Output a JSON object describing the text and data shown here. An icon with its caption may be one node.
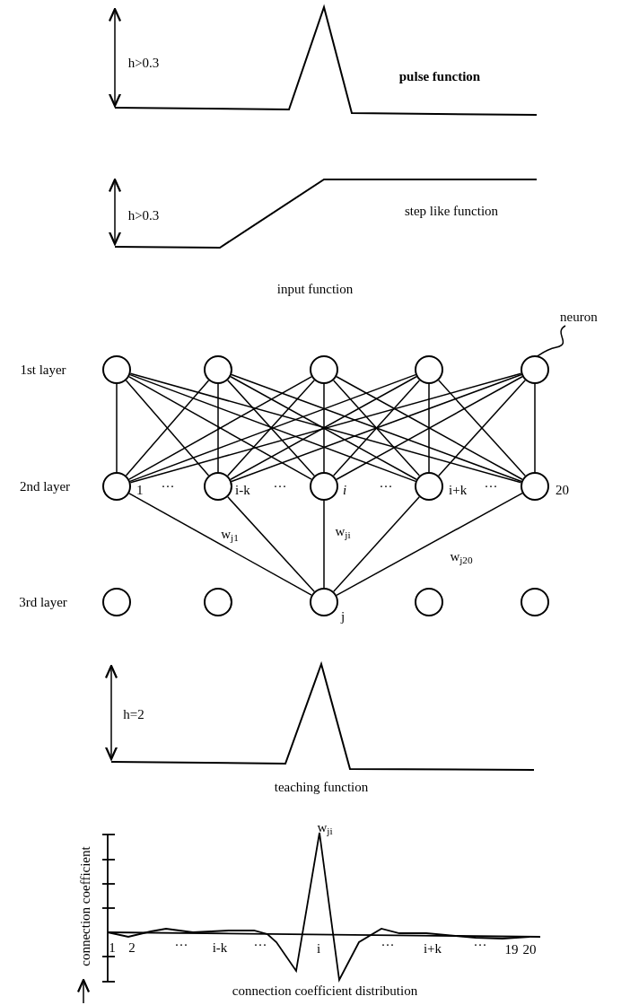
{
  "diagram": {
    "nodes": [
      {
        "text": [
          "neuron"
        ]
      },
      {
        "text": [],
        "shape": "circle"
      },
      {
        "text": [],
        "shape": "circle"
      },
      {
        "text": [],
        "shape": "circle"
      },
      {
        "text": [],
        "shape": "circle"
      },
      {
        "text": [],
        "shape": "circle"
      },
      {
        "text": [],
        "shape": "circle",
        "beside": [
          "1"
        ]
      },
      {
        "text": [],
        "shape": "circle",
        "beside": [
          "i-k"
        ]
      },
      {
        "text": [],
        "shape": "circle",
        "beside": [
          "i"
        ]
      },
      {
        "text": [],
        "shape": "circle",
        "beside": [
          "i+k"
        ]
      },
      {
        "text": [],
        "shape": "circle",
        "beside": [
          "20"
        ]
      },
      {
        "text": [],
        "shape": "circle"
      },
      {
        "text": [],
        "shape": "circle"
      },
      {
        "text": [],
        "shape": "circle",
        "beside": [
          "j"
        ]
      },
      {
        "text": [],
        "shape": "circle"
      },
      {
        "text": [],
        "shape": "circle"
      }
    ],
    "edges": [
      {
        "from": 0,
        "to": 5,
        "arrow": "none"
      },
      {
        "from": 1,
        "to": 6,
        "arrow": "none"
      },
      {
        "from": 1,
        "to": 7,
        "arrow": "none"
      },
      {
        "from": 1,
        "to": 8,
        "arrow": "none"
      },
      {
        "from": 1,
        "to": 9,
        "arrow": "none"
      },
      {
        "from": 1,
        "to": 10,
        "arrow": "none"
      },
      {
        "from": 2,
        "to": 6,
        "arrow": "none"
      },
      {
        "from": 2,
        "to": 7,
        "arrow": "none"
      },
      {
        "from": 2,
        "to": 8,
        "arrow": "none"
      },
      {
        "from": 2,
        "to": 9,
        "arrow": "none"
      },
      {
        "from": 2,
        "to": 10,
        "arrow": "none"
      },
      {
        "from": 3,
        "to": 6,
        "arrow": "none"
      },
      {
        "from": 3,
        "to": 7,
        "arrow": "none"
      },
      {
        "from": 3,
        "to": 8,
        "arrow": "none"
      },
      {
        "from": 3,
        "to": 9,
        "arrow": "none"
      },
      {
        "from": 3,
        "to": 10,
        "arrow": "none"
      },
      {
        "from": 4,
        "to": 6,
        "arrow": "none"
      },
      {
        "from": 4,
        "to": 7,
        "arrow": "none"
      },
      {
        "from": 4,
        "to": 8,
        "arrow": "none"
      },
      {
        "from": 4,
        "to": 9,
        "arrow": "none"
      },
      {
        "from": 4,
        "to": 10,
        "arrow": "none"
      },
      {
        "from": 5,
        "to": 6,
        "arrow": "none"
      },
      {
        "from": 5,
        "to": 7,
        "arrow": "none"
      },
      {
        "from": 5,
        "to": 8,
        "arrow": "none"
      },
      {
        "from": 5,
        "to": 9,
        "arrow": "none"
      },
      {
        "from": 5,
        "to": 10,
        "arrow": "none"
      },
      {
        "from": 6,
        "to": 13,
        "arrow": "none",
        "label": "w$_{j1}$"
      },
      {
        "from": 7,
        "to": 13,
        "arrow": "none"
      },
      {
        "from": 8,
        "to": 13,
        "arrow": "none",
        "label": "w$_{ji}$"
      },
      {
        "from": 9,
        "to": 13,
        "arrow": "none"
      },
      {
        "from": 10,
        "to": 13,
        "arrow": "none",
        "label": "w$_{j20}$"
      }
    ],
    "labels": [
      "h>0.3",
      "pulse function",
      "h>0.3",
      "step like function",
      "input function",
      "1st layer",
      "2nd layer",
      "···",
      "···",
      "···",
      "···",
      "3rd layer",
      "h=2",
      "teaching function",
      "connection coefficient",
      "w$_{ji}$",
      "1",
      "2",
      "···",
      "i-k",
      "···",
      "i",
      "···",
      "i+k",
      "···",
      "19",
      "20",
      "connection coefficient distribution"
    ]
  }
}
